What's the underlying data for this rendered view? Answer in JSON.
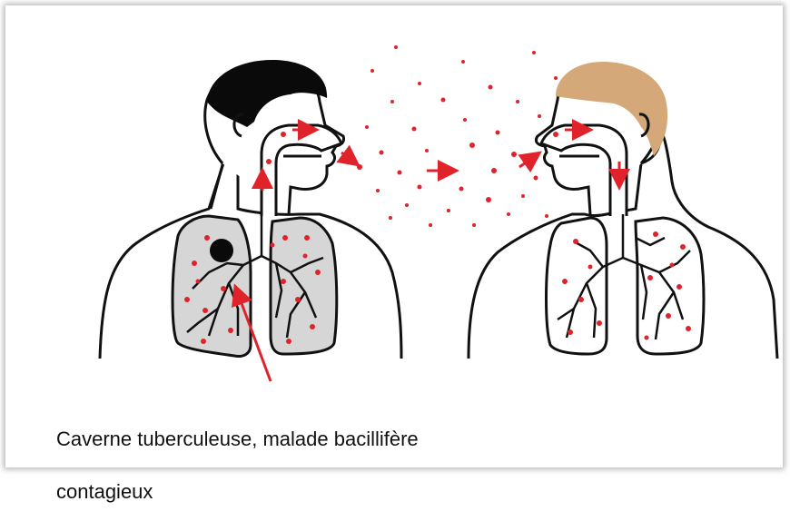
{
  "caption": {
    "line1": "Caverne tuberculeuse,  malade bacillifère",
    "line2": "contagieux"
  },
  "colors": {
    "droplet": "#e0232b",
    "infected_hair": "#0a0a0a",
    "healthy_hair": "#d4a878",
    "lung_fill_infected": "#d6d6d6",
    "outline": "#111111"
  },
  "figures": {
    "left": "person-infected",
    "right": "person-exposed"
  }
}
